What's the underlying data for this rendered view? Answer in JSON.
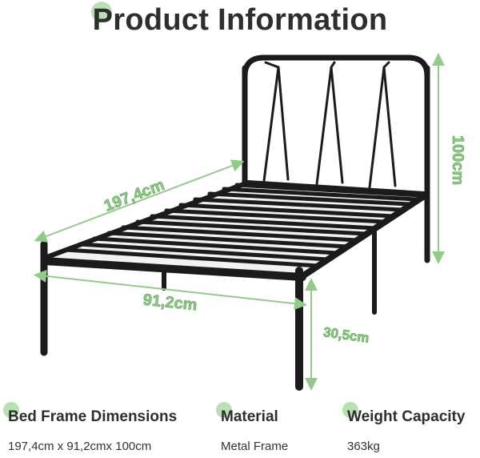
{
  "title": "Product Information",
  "dimensions": {
    "length": "197,4cm",
    "height": "100cm",
    "width": "91,2cm",
    "leg_height": "30,5cm"
  },
  "specs": [
    {
      "label": "Bed Frame Dimensions",
      "value": "197,4cm x 91,2cmx 100cm"
    },
    {
      "label": "Material",
      "value": "Metal Frame"
    },
    {
      "label": "Weight Capacity",
      "value": "363kg"
    }
  ],
  "colors": {
    "accent": "#8fcd86",
    "dot": "#b9e0b3",
    "frame": "#1b1b1b",
    "dim_text": "#8fcd86"
  }
}
